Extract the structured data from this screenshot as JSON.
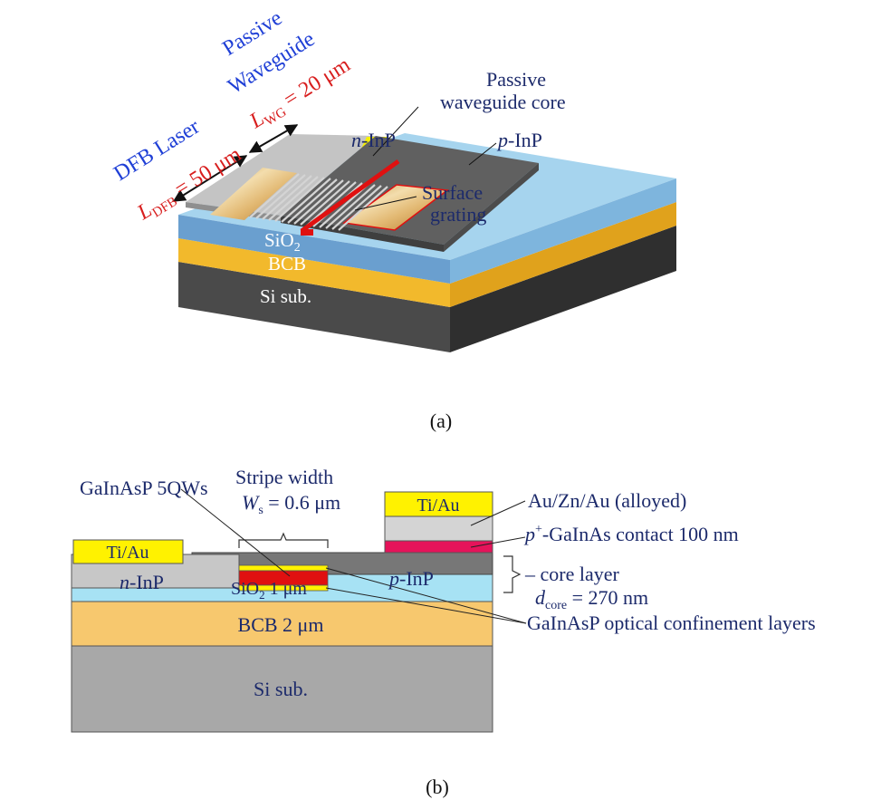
{
  "colors": {
    "silicon": "#4d4d4d",
    "bcb": "#f6c43a",
    "sio2": "#8fc6e8",
    "n_inp": "#c4c4c4",
    "p_inp": "#6a6a6a",
    "active_red": "#e01010",
    "contact_pink": "#e6135a",
    "ti_au": "#fff200",
    "label_blue": "#1c2a6b",
    "label_red": "#d81e1e",
    "label_bright_blue": "#1f3fd6"
  },
  "panel_a": {
    "label": "(a)",
    "dfb_title": "DFB Laser",
    "ldfb_sym": "L",
    "ldfb_sub": "DFB",
    "ldfb_val": " = 50 μm",
    "wg_title_1": "Passive",
    "wg_title_2": "Waveguide",
    "lwg_sym": "L",
    "lwg_sub": "WG",
    "lwg_val": " = 20 μm",
    "n_inp_it": "n",
    "n_inp_rest": "-InP",
    "p_inp_it": "p",
    "p_inp_rest": "-InP",
    "wg_core_1": "Passive",
    "wg_core_2": "waveguide core",
    "grating_1": "Surface",
    "grating_2": "grating",
    "sio2": "SiO",
    "sio2_sub": "2",
    "bcb": "BCB",
    "si": "Si sub."
  },
  "panel_b": {
    "label": "(b)",
    "qw": "GaInAsP 5QWs",
    "stripe": "Stripe width",
    "ws_sym": "W",
    "ws_sub": "s",
    "ws_val": " = 0.6 μm",
    "tiau_left": "Ti/Au",
    "tiau_right": "Ti/Au",
    "auznau": "Au/Zn/Au (alloyed)",
    "contact_sym": "p",
    "contact_sup": "+",
    "contact_rest": "-GaInAs contact 100 nm",
    "core_layer": "core layer",
    "dcore_sym": "d",
    "dcore_sub": "core",
    "dcore_val": " = 270 nm",
    "n_inp_it": "n",
    "n_inp_rest": "-InP",
    "p_inp_it": "p",
    "p_inp_rest": "-InP",
    "sio2": "SiO",
    "sio2_sub": "2",
    "sio2_val": " 1 μm",
    "bcb": "BCB 2 μm",
    "si": "Si sub.",
    "ocl": "GaInAsP optical confinement layers"
  }
}
